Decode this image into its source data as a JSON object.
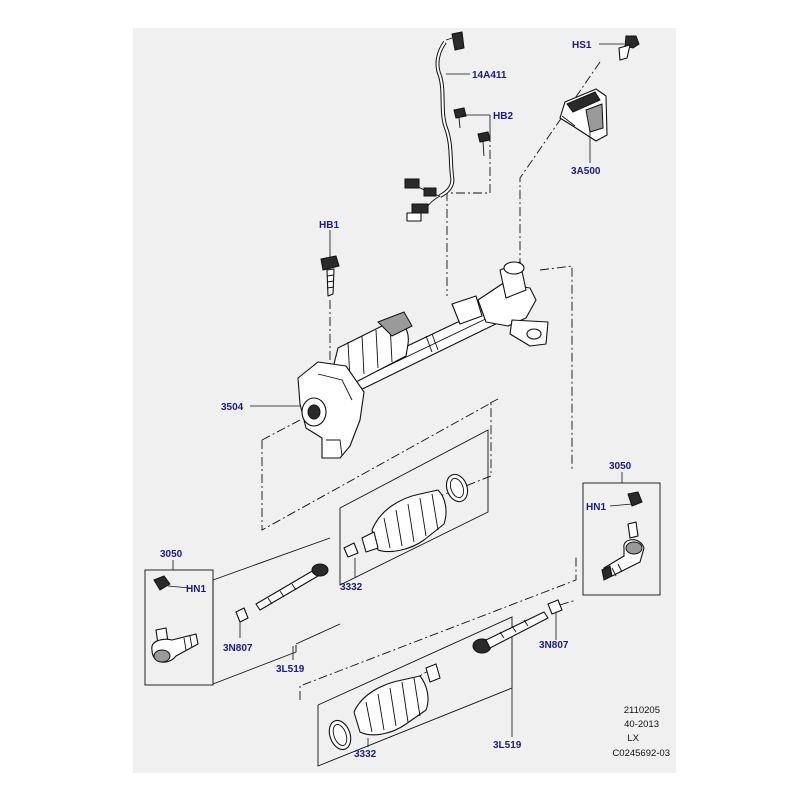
{
  "callouts": {
    "hs1": "HS1",
    "p14a411": "14A411",
    "hb2": "HB2",
    "p3a500": "3A500",
    "hb1": "HB1",
    "p3504": "3504",
    "p3050_right": "3050",
    "hn1_right": "HN1",
    "p3050_left": "3050",
    "hn1_left": "HN1",
    "p3332_upper": "3332",
    "p3n807_left": "3N807",
    "p3l519_upper": "3L519",
    "p3n807_right": "3N807",
    "p3332_lower": "3332",
    "p3l519_lower": "3L519"
  },
  "reference_block": {
    "line1": "2110205",
    "line2": "40-2013",
    "line3": "LX",
    "line4": "C0245692-03"
  },
  "colors": {
    "callout_text": "#1a1a8c",
    "panel_background": "#f0f0f0",
    "line_art": "#111111"
  },
  "icons": [
    "bolt-icon",
    "wiring-harness-icon",
    "bracket-icon",
    "steering-rack-icon",
    "tie-rod-end-icon",
    "nut-icon",
    "boot-icon",
    "clamp-icon",
    "inner-tie-rod-icon"
  ]
}
